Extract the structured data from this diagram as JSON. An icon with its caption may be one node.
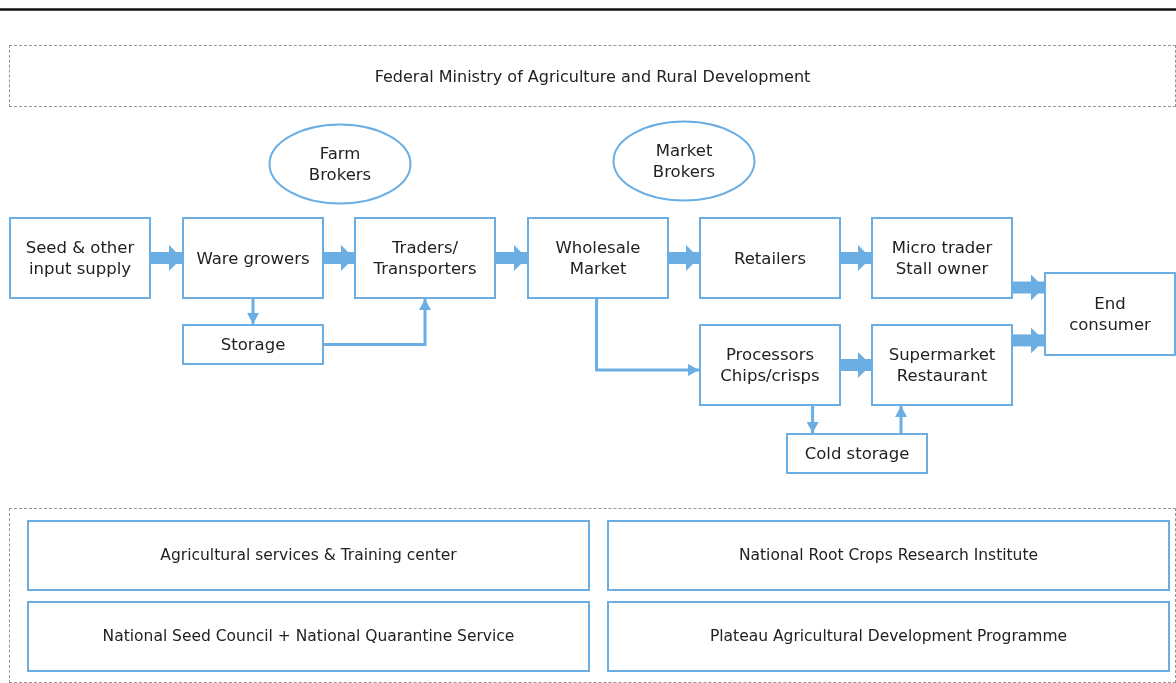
{
  "diagram": {
    "nodes": [
      {
        "text": [
          "Federal Ministry of Agriculture and Rural Development"
        ]
      },
      {
        "text": [
          "Farm Brokers"
        ]
      },
      {
        "text": [
          "Market Brokers"
        ]
      },
      {
        "text": [
          "Seed & other input supply"
        ]
      },
      {
        "text": [
          "Ware growers"
        ]
      },
      {
        "text": [
          "Traders/ Transporters"
        ]
      },
      {
        "text": [
          "Wholesale Market"
        ]
      },
      {
        "text": [
          "Retailers"
        ]
      },
      {
        "text": [
          "Micro trader Stall owner"
        ]
      },
      {
        "text": [
          "End consumer"
        ]
      },
      {
        "text": [
          "Storage"
        ]
      },
      {
        "text": [
          "Processors Chips/crisps"
        ]
      },
      {
        "text": [
          "Supermarket Restaurant"
        ]
      },
      {
        "text": [
          "Cold storage"
        ]
      },
      {
        "text": [],
        "shape": "box"
      },
      {
        "text": [
          "Agricultural services & Training center"
        ],
        "in": 14
      },
      {
        "text": [
          "National Root Crops Research Institute"
        ],
        "in": 14
      },
      {
        "text": [
          "National Seed Council + National Quarantine Service"
        ],
        "in": 14
      },
      {
        "text": [
          "Plateau Agricultural Development Programme"
        ],
        "in": 14
      }
    ],
    "edges": [
      {
        "from": 3,
        "to": 4,
        "arrow": "to"
      },
      {
        "from": 4,
        "to": 5,
        "arrow": "to"
      },
      {
        "from": 5,
        "to": 6,
        "arrow": "to"
      },
      {
        "from": 6,
        "to": 7,
        "arrow": "to"
      },
      {
        "from": 7,
        "to": 8,
        "arrow": "to"
      },
      {
        "from": 8,
        "to": 9,
        "arrow": "to"
      },
      {
        "from": 11,
        "to": 12,
        "arrow": "to"
      },
      {
        "from": 12,
        "to": 9,
        "arrow": "to"
      },
      {
        "from": 4,
        "to": 10,
        "arrow": "to"
      },
      {
        "from": 10,
        "to": 5,
        "arrow": "to"
      },
      {
        "from": 6,
        "to": 11,
        "arrow": "to"
      },
      {
        "from": 11,
        "to": 13,
        "arrow": "to"
      },
      {
        "from": 13,
        "to": 12,
        "arrow": "to"
      }
    ]
  }
}
